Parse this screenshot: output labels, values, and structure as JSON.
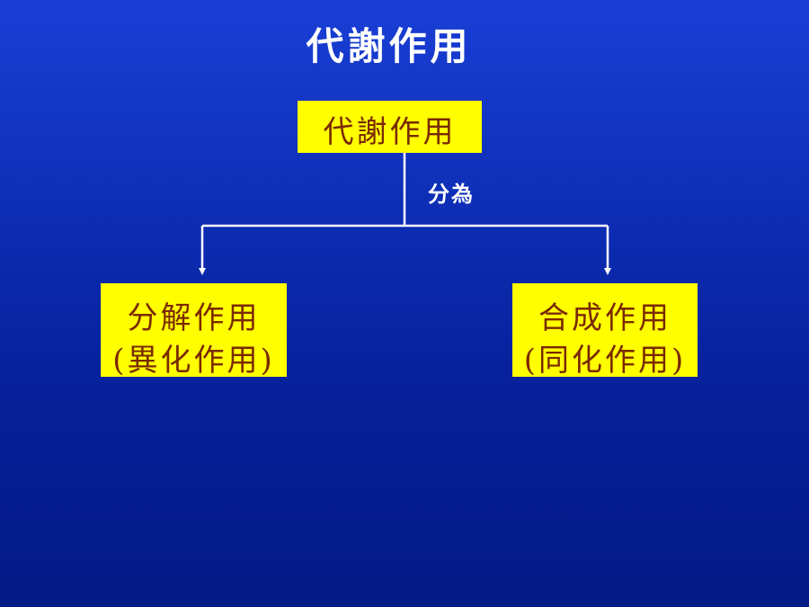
{
  "slide": {
    "title": "代謝作用"
  },
  "diagram": {
    "root": {
      "label": "代謝作用"
    },
    "edge_label": "分為",
    "children": [
      {
        "line1": "分解作用",
        "line2": "(異化作用)"
      },
      {
        "line1": "合成作用",
        "line2": "(同化作用)"
      }
    ]
  },
  "colors": {
    "background": "#0d2db4",
    "box_fill": "#ffff00",
    "box_text": "#7a2a00",
    "connector": "#ffffff",
    "title_text": "#ffffff"
  }
}
